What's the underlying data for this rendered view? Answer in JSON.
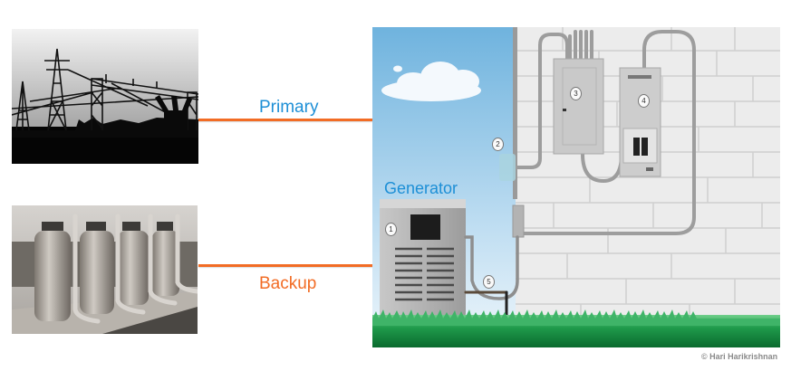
{
  "diagram": {
    "sources": [
      {
        "id": "primary",
        "label": "Primary",
        "image": "power-grid-substation-silhouette",
        "label_color": "#1d8fd6"
      },
      {
        "id": "backup",
        "label": "Backup",
        "image": "gas-storage-tanks-photo",
        "label_color": "#f26c25"
      }
    ],
    "connector_color": "#f26c25",
    "illustration": {
      "generator_label": "Generator",
      "generator_label_color": "#1d8fd6",
      "components": [
        {
          "number": "1",
          "name": "generator"
        },
        {
          "number": "2",
          "name": "utility-meter"
        },
        {
          "number": "3",
          "name": "main-breaker-panel"
        },
        {
          "number": "4",
          "name": "transfer-switch"
        },
        {
          "number": "5",
          "name": "gas-line-connection"
        }
      ]
    },
    "credit": "© Hari Harikrishnan"
  }
}
